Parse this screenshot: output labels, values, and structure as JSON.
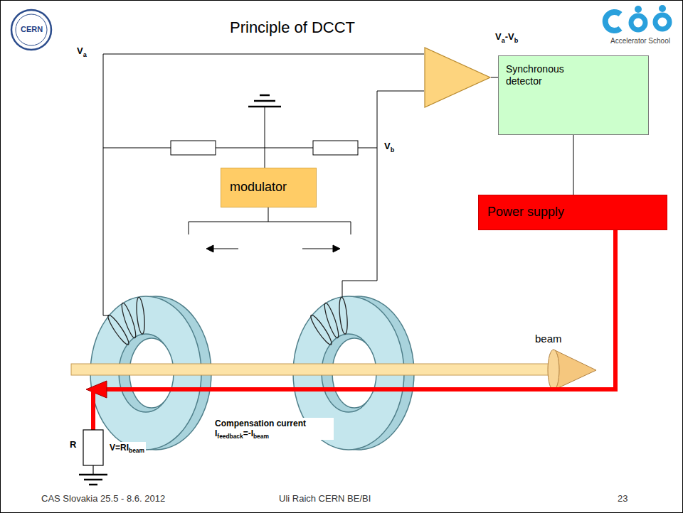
{
  "diagram": {
    "title": "Principle of DCCT",
    "nodes": [
      {
        "text": [
          "Va-Vb"
        ]
      },
      {
        "text": [
          "Synchronous detector"
        ]
      },
      {
        "text": [
          "modulator"
        ]
      },
      {
        "text": [
          "Power supply"
        ]
      }
    ],
    "edges": [
      {
        "from": 0,
        "to": 1,
        "arrow": "none"
      },
      {
        "from": 1,
        "to": 3,
        "arrow": "none"
      }
    ],
    "labels": [
      "CERN",
      "Accelerator School",
      "Va",
      "Vb",
      "beam",
      "Compensation current Ifeedback=-Ibeam",
      "R",
      "V=RIbeam",
      "CAS Slovakia 25.5 - 8.6. 2012",
      "Uli Raich CERN BE/BI",
      "23"
    ]
  }
}
